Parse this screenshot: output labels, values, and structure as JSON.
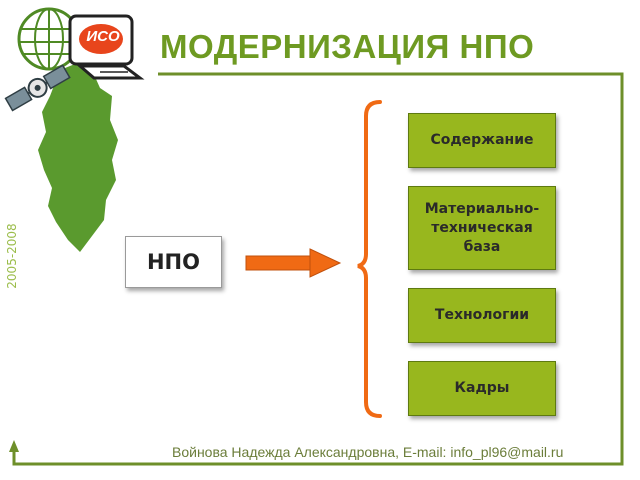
{
  "title": "МОДЕРНИЗАЦИЯ НПО",
  "logo_text": "ИСО",
  "years": "2005-2008",
  "source_box": "НПО",
  "targets": [
    "Содержание",
    "Материально-\nтехническая\nбаза",
    "Технологии",
    "Кадры"
  ],
  "footer": "Войнова Надежда Александровна, E-mail: info_pl96@mail.ru",
  "colors": {
    "title_green": "#6e9a22",
    "box_green": "#98b71e",
    "map_green": "#5a9a2e",
    "arrow_orange": "#f06a14",
    "frame_green": "#6e8f2a"
  }
}
